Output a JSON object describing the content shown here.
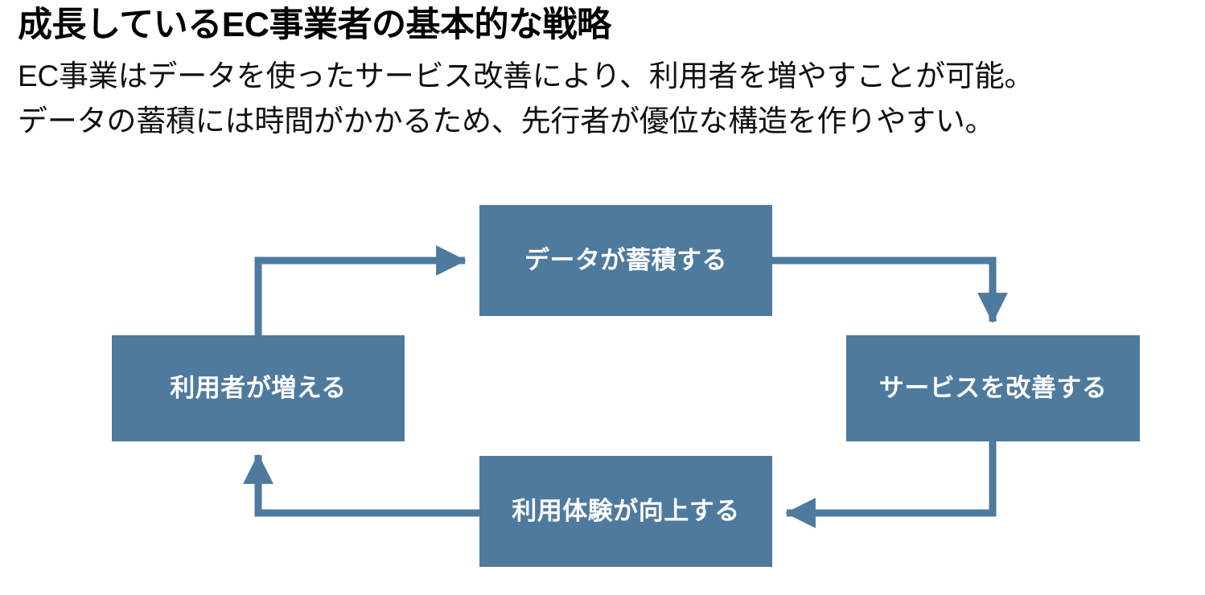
{
  "slide": {
    "title": "成長しているEC事業者の基本的な戦略",
    "subtitle_lines": [
      "EC事業はデータを使ったサービス改善により、利用者を増やすことが可能。",
      "データの蓄積には時間がかかるため、先行者が優位な構造を作りやすい。"
    ]
  },
  "diagram": {
    "type": "cycle",
    "direction": "clockwise",
    "node_fill_color": "#4e7a9e",
    "node_text_color": "#ffffff",
    "connector_color": "#4e7a9e",
    "nodes": [
      {
        "id": "data",
        "label": "データが蓄積する",
        "position": "top"
      },
      {
        "id": "service",
        "label": "サービスを改善する",
        "position": "right"
      },
      {
        "id": "experience",
        "label": "利用体験が向上する",
        "position": "bottom"
      },
      {
        "id": "users",
        "label": "利用者が増える",
        "position": "left"
      }
    ],
    "connectors": [
      {
        "from": "users",
        "to": "data",
        "shape": "up-then-right"
      },
      {
        "from": "data",
        "to": "service",
        "shape": "right-then-down"
      },
      {
        "from": "service",
        "to": "experience",
        "shape": "down-then-left"
      },
      {
        "from": "experience",
        "to": "users",
        "shape": "left-then-up"
      }
    ]
  }
}
